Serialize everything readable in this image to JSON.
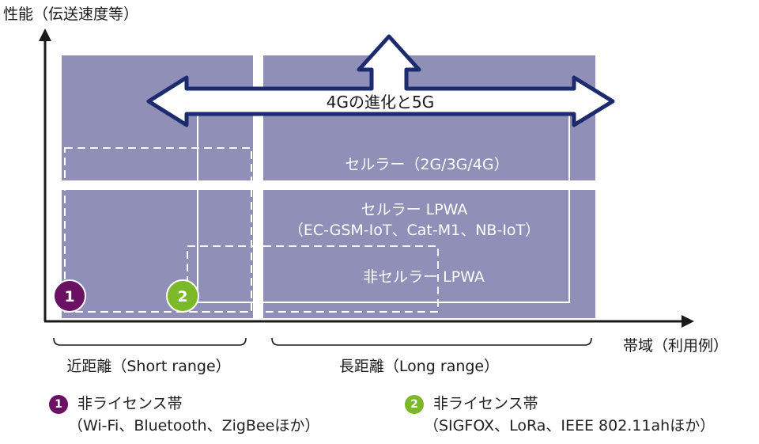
{
  "y_axis_label": "性能（伝送速度等）",
  "x_axis_label": "帯域（利用例）",
  "arrow_label": "4Gの進化と5G",
  "cellular_label": "セルラー（2G/3G/4G）",
  "cellular_lpwa_label": "セルラー LPWA",
  "cellular_lpwa_examples": "（EC-GSM-IoT、Cat-M1、NB-IoT）",
  "non_cellular_lpwa_label": "非セルラー LPWA",
  "short_range_label": "近距離（Short range）",
  "long_range_label": "長距離（Long range）",
  "badges": [
    {
      "number": "1",
      "color": "#6b1163"
    },
    {
      "number": "2",
      "color": "#7cb928"
    }
  ],
  "legend": [
    {
      "number": "1",
      "title": "非ライセンス帯",
      "examples": "（Wi-Fi、Bluetooth、ZigBeeほか）"
    },
    {
      "number": "2",
      "title": "非ライセンス帯",
      "examples": "（SIGFOX、LoRa、IEEE 802.11ahほか）"
    }
  ],
  "colors": {
    "region_fill": "#8f8fb8",
    "axis": "#1a1a1a",
    "outline": "#ffffff"
  }
}
